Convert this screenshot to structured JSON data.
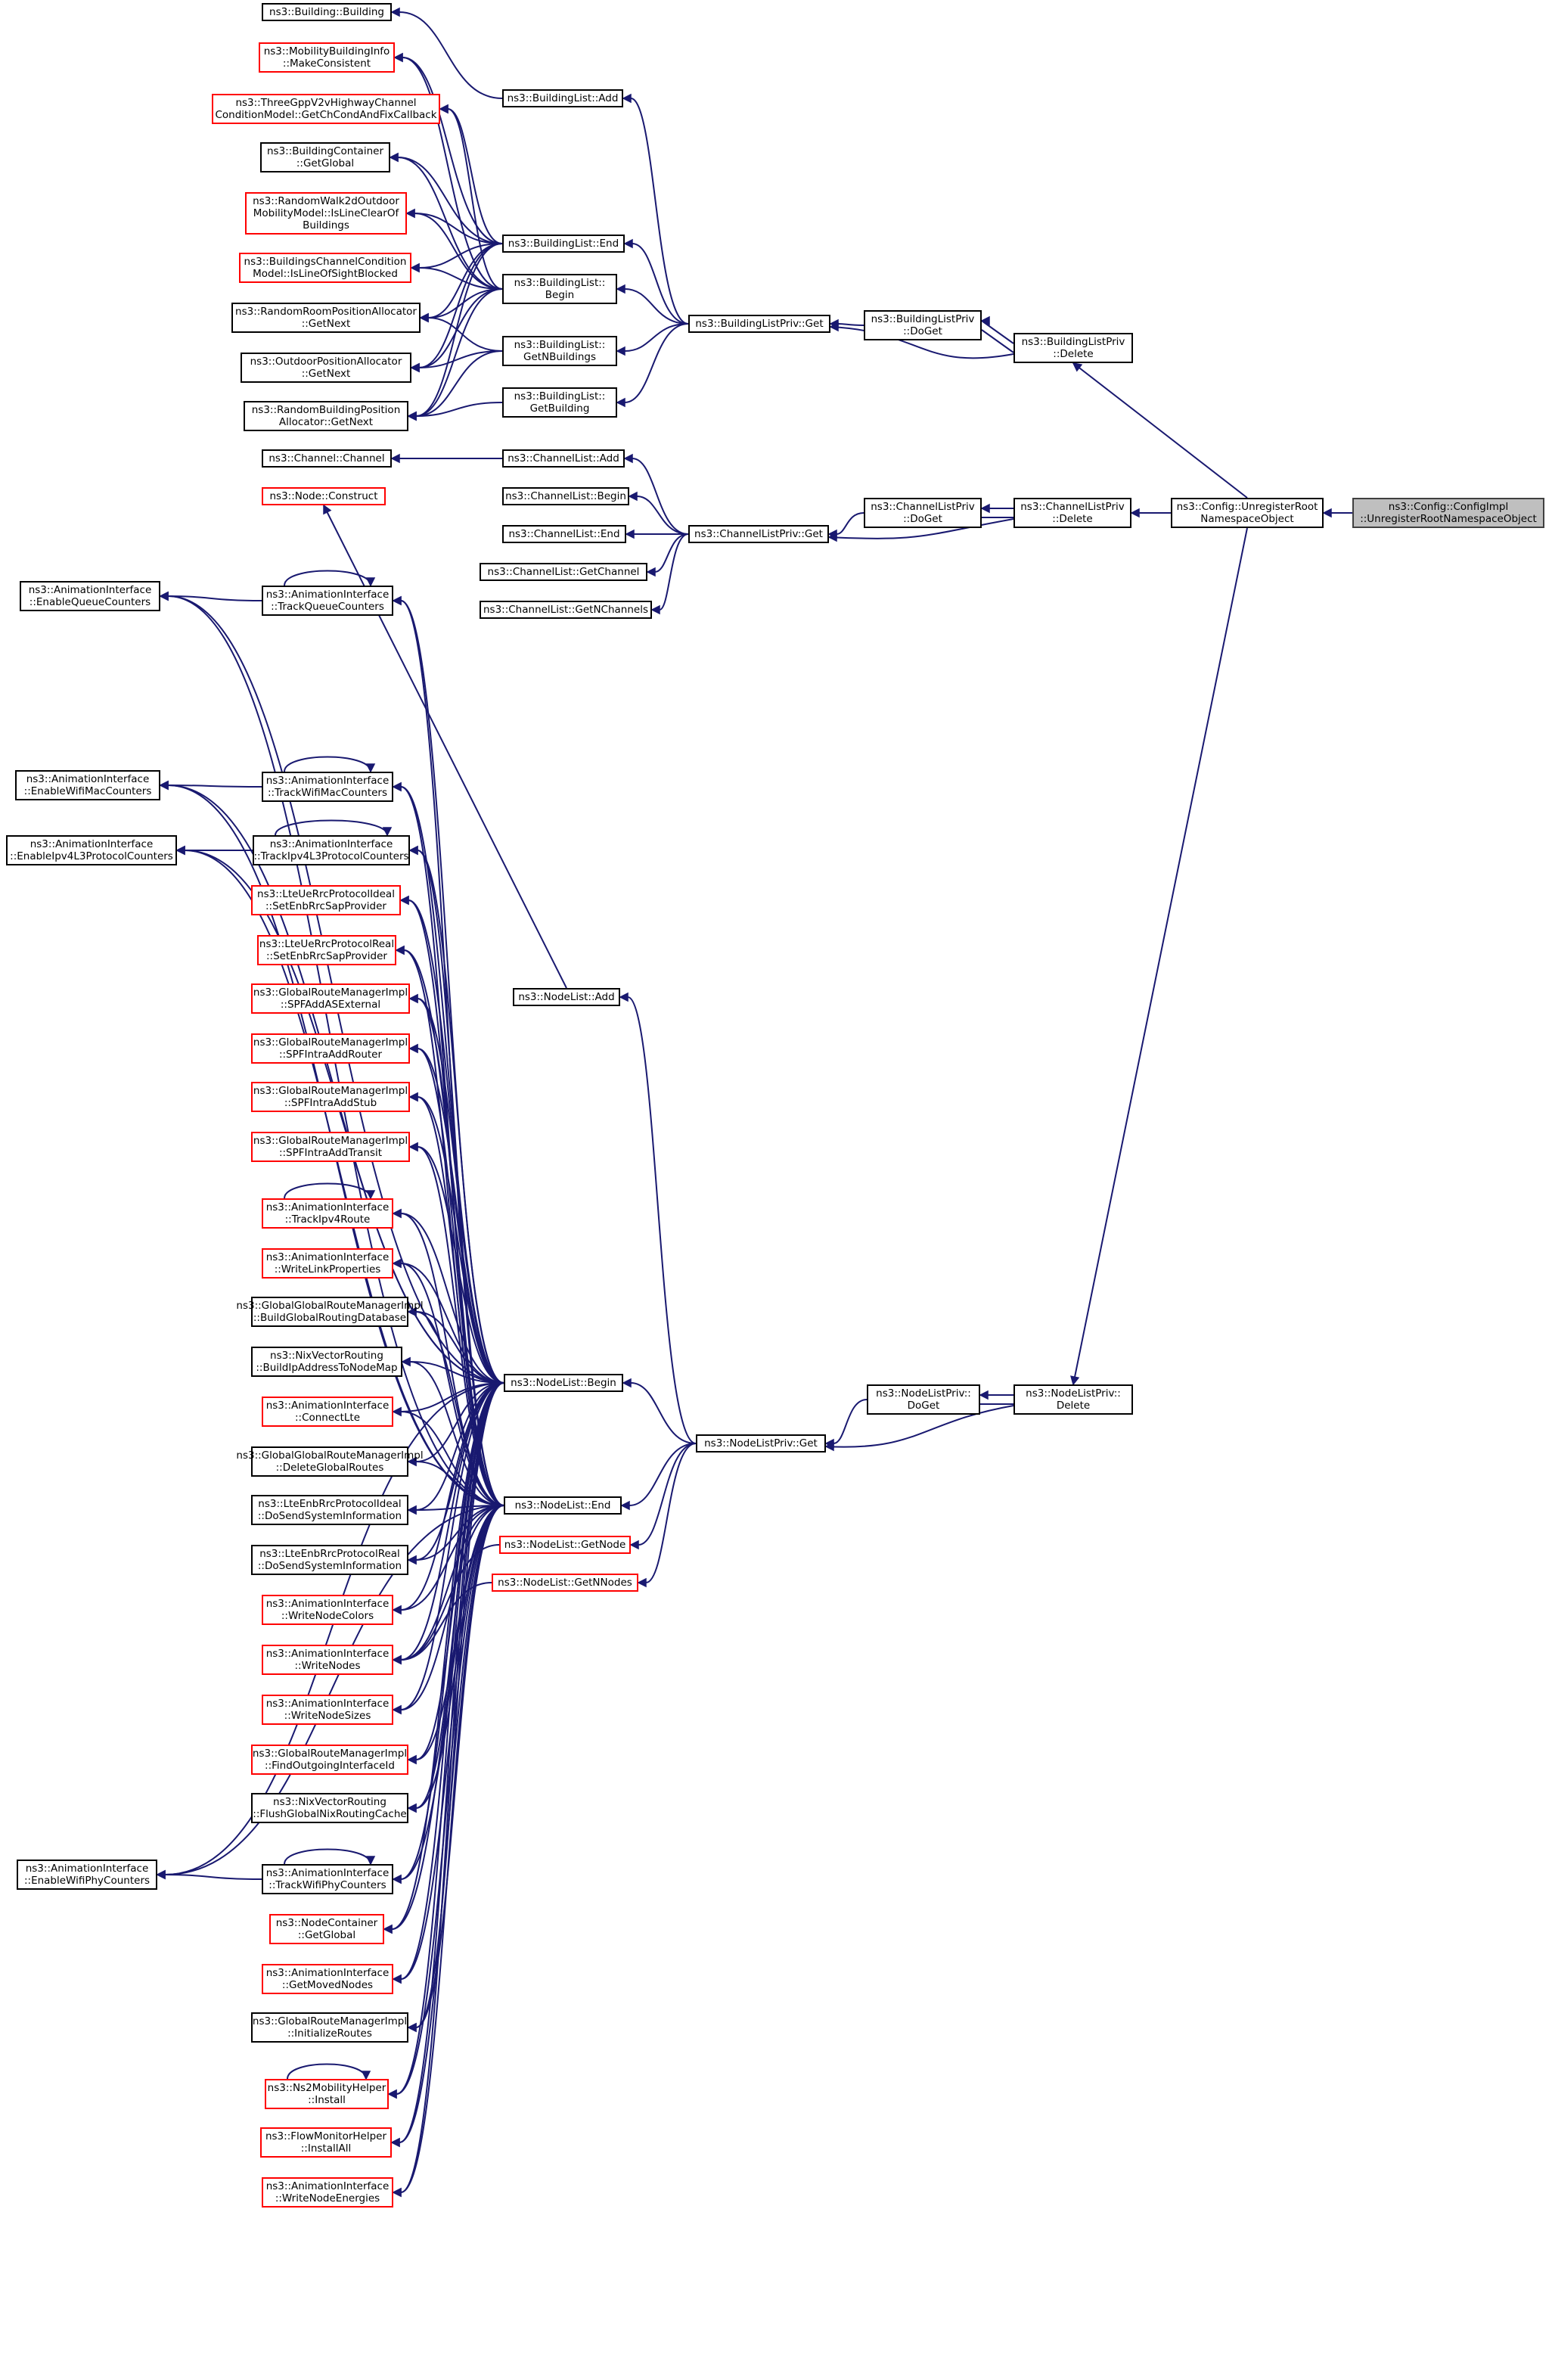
{
  "colors": {
    "edge": "#191970",
    "border_default": "#000000",
    "border_truncated": "#ff0000",
    "root_fill": "#bfbfbf"
  },
  "nodes": [
    {
      "id": "root",
      "lines": [
        "ns3::Config::ConfigImpl",
        "::UnregisterRootNamespaceObject"
      ],
      "style": "root"
    },
    {
      "id": "unreg",
      "lines": [
        "ns3::Config::UnregisterRoot",
        "NamespaceObject"
      ],
      "style": "normal"
    },
    {
      "id": "blpdel",
      "lines": [
        "ns3::BuildingListPriv",
        "::Delete"
      ],
      "style": "normal"
    },
    {
      "id": "clpdel",
      "lines": [
        "ns3::ChannelListPriv",
        "::Delete"
      ],
      "style": "normal"
    },
    {
      "id": "nlpdel",
      "lines": [
        "ns3::NodeListPriv::",
        "Delete"
      ],
      "style": "normal"
    },
    {
      "id": "blpdoget",
      "lines": [
        "ns3::BuildingListPriv",
        "::DoGet"
      ],
      "style": "normal"
    },
    {
      "id": "clpdoget",
      "lines": [
        "ns3::ChannelListPriv",
        "::DoGet"
      ],
      "style": "normal"
    },
    {
      "id": "nlpdoget",
      "lines": [
        "ns3::NodeListPriv::",
        "DoGet"
      ],
      "style": "normal"
    },
    {
      "id": "blpget",
      "lines": [
        "ns3::BuildingListPriv::Get"
      ],
      "style": "normal"
    },
    {
      "id": "clpget",
      "lines": [
        "ns3::ChannelListPriv::Get"
      ],
      "style": "normal"
    },
    {
      "id": "nlpget",
      "lines": [
        "ns3::NodeListPriv::Get"
      ],
      "style": "normal"
    },
    {
      "id": "bladd",
      "lines": [
        "ns3::BuildingList::Add"
      ],
      "style": "normal"
    },
    {
      "id": "blend",
      "lines": [
        "ns3::BuildingList::End"
      ],
      "style": "normal"
    },
    {
      "id": "blbegin",
      "lines": [
        "ns3::BuildingList::",
        "Begin"
      ],
      "style": "normal"
    },
    {
      "id": "blgetn",
      "lines": [
        "ns3::BuildingList::",
        "GetNBuildings"
      ],
      "style": "normal"
    },
    {
      "id": "blgetb",
      "lines": [
        "ns3::BuildingList::",
        "GetBuilding"
      ],
      "style": "normal"
    },
    {
      "id": "claddn",
      "lines": [
        "ns3::ChannelList::Add"
      ],
      "style": "normal"
    },
    {
      "id": "clbegin",
      "lines": [
        "ns3::ChannelList::Begin"
      ],
      "style": "normal"
    },
    {
      "id": "clend",
      "lines": [
        "ns3::ChannelList::End"
      ],
      "style": "normal"
    },
    {
      "id": "clgetc",
      "lines": [
        "ns3::ChannelList::GetChannel"
      ],
      "style": "normal"
    },
    {
      "id": "clgetn",
      "lines": [
        "ns3::ChannelList::GetNChannels"
      ],
      "style": "normal"
    },
    {
      "id": "nladd",
      "lines": [
        "ns3::NodeList::Add"
      ],
      "style": "normal"
    },
    {
      "id": "nlbegin",
      "lines": [
        "ns3::NodeList::Begin"
      ],
      "style": "normal"
    },
    {
      "id": "nlend",
      "lines": [
        "ns3::NodeList::End"
      ],
      "style": "normal"
    },
    {
      "id": "nlgetnode",
      "lines": [
        "ns3::NodeList::GetNode"
      ],
      "style": "red"
    },
    {
      "id": "nlgetn",
      "lines": [
        "ns3::NodeList::GetNNodes"
      ],
      "style": "red"
    },
    {
      "id": "bbld",
      "lines": [
        "ns3::Building::Building"
      ],
      "style": "normal"
    },
    {
      "id": "mbi",
      "lines": [
        "ns3::MobilityBuildingInfo",
        "::MakeConsistent"
      ],
      "style": "red"
    },
    {
      "id": "tgpp",
      "lines": [
        "ns3::ThreeGppV2vHighwayChannel",
        "ConditionModel::GetChCondAndFixCallback"
      ],
      "style": "red"
    },
    {
      "id": "bcont",
      "lines": [
        "ns3::BuildingContainer",
        "::GetGlobal"
      ],
      "style": "normal"
    },
    {
      "id": "rw2d",
      "lines": [
        "ns3::RandomWalk2dOutdoor",
        "MobilityModel::IsLineClearOf",
        "Buildings"
      ],
      "style": "red"
    },
    {
      "id": "bccm",
      "lines": [
        "ns3::BuildingsChannelCondition",
        "Model::IsLineOfSightBlocked"
      ],
      "style": "red"
    },
    {
      "id": "rrpa",
      "lines": [
        "ns3::RandomRoomPositionAllocator",
        "::GetNext"
      ],
      "style": "normal"
    },
    {
      "id": "opa",
      "lines": [
        "ns3::OutdoorPositionAllocator",
        "::GetNext"
      ],
      "style": "normal"
    },
    {
      "id": "rbpa",
      "lines": [
        "ns3::RandomBuildingPosition",
        "Allocator::GetNext"
      ],
      "style": "normal"
    },
    {
      "id": "chch",
      "lines": [
        "ns3::Channel::Channel"
      ],
      "style": "normal"
    },
    {
      "id": "ndc",
      "lines": [
        "ns3::Node::Construct"
      ],
      "style": "red"
    },
    {
      "id": "aieqc",
      "lines": [
        "ns3::AnimationInterface",
        "::EnableQueueCounters"
      ],
      "style": "normal"
    },
    {
      "id": "aitqc",
      "lines": [
        "ns3::AnimationInterface",
        "::TrackQueueCounters"
      ],
      "style": "normal"
    },
    {
      "id": "aiewmc",
      "lines": [
        "ns3::AnimationInterface",
        "::EnableWifiMacCounters"
      ],
      "style": "normal"
    },
    {
      "id": "aitwmc",
      "lines": [
        "ns3::AnimationInterface",
        "::TrackWifiMacCounters"
      ],
      "style": "normal"
    },
    {
      "id": "aieipv4",
      "lines": [
        "ns3::AnimationInterface",
        "::EnableIpv4L3ProtocolCounters"
      ],
      "style": "normal"
    },
    {
      "id": "aitipv4",
      "lines": [
        "ns3::AnimationInterface",
        "::TrackIpv4L3ProtocolCounters"
      ],
      "style": "normal"
    },
    {
      "id": "lteideal",
      "lines": [
        "ns3::LteUeRrcProtocolIdeal",
        "::SetEnbRrcSapProvider"
      ],
      "style": "red"
    },
    {
      "id": "ltereal",
      "lines": [
        "ns3::LteUeRrcProtocolReal",
        "::SetEnbRrcSapProvider"
      ],
      "style": "red"
    },
    {
      "id": "grmext",
      "lines": [
        "ns3::GlobalRouteManagerImpl",
        "::SPFAddASExternal"
      ],
      "style": "red"
    },
    {
      "id": "grmrouter",
      "lines": [
        "ns3::GlobalRouteManagerImpl",
        "::SPFIntraAddRouter"
      ],
      "style": "red"
    },
    {
      "id": "grmstub",
      "lines": [
        "ns3::GlobalRouteManagerImpl",
        "::SPFIntraAddStub"
      ],
      "style": "red"
    },
    {
      "id": "grmtransit",
      "lines": [
        "ns3::GlobalRouteManagerImpl",
        "::SPFIntraAddTransit"
      ],
      "style": "red"
    },
    {
      "id": "aitipv4r",
      "lines": [
        "ns3::AnimationInterface",
        "::TrackIpv4Route"
      ],
      "style": "red"
    },
    {
      "id": "aiwlp",
      "lines": [
        "ns3::AnimationInterface",
        "::WriteLinkProperties"
      ],
      "style": "red"
    },
    {
      "id": "ggrmbuild",
      "lines": [
        "ns3::GlobalGlobalRouteManagerImpl",
        "::BuildGlobalRoutingDatabase"
      ],
      "style": "normal"
    },
    {
      "id": "nixbuild",
      "lines": [
        "ns3::NixVectorRouting",
        "::BuildIpAddressToNodeMap"
      ],
      "style": "normal"
    },
    {
      "id": "aiclte",
      "lines": [
        "ns3::AnimationInterface",
        "::ConnectLte"
      ],
      "style": "red"
    },
    {
      "id": "ggrmdel",
      "lines": [
        "ns3::GlobalGlobalRouteManagerImpl",
        "::DeleteGlobalRoutes"
      ],
      "style": "normal"
    },
    {
      "id": "enbideal",
      "lines": [
        "ns3::LteEnbRrcProtocolIdeal",
        "::DoSendSystemInformation"
      ],
      "style": "normal"
    },
    {
      "id": "enbreal",
      "lines": [
        "ns3::LteEnbRrcProtocolReal",
        "::DoSendSystemInformation"
      ],
      "style": "normal"
    },
    {
      "id": "aiwnc",
      "lines": [
        "ns3::AnimationInterface",
        "::WriteNodeColors"
      ],
      "style": "red"
    },
    {
      "id": "aiwn",
      "lines": [
        "ns3::AnimationInterface",
        "::WriteNodes"
      ],
      "style": "red"
    },
    {
      "id": "aiwns",
      "lines": [
        "ns3::AnimationInterface",
        "::WriteNodeSizes"
      ],
      "style": "red"
    },
    {
      "id": "grmfoi",
      "lines": [
        "ns3::GlobalRouteManagerImpl",
        "::FindOutgoingInterfaceId"
      ],
      "style": "red"
    },
    {
      "id": "nixflush",
      "lines": [
        "ns3::NixVectorRouting",
        "::FlushGlobalNixRoutingCache"
      ],
      "style": "normal"
    },
    {
      "id": "aiewpc",
      "lines": [
        "ns3::AnimationInterface",
        "::EnableWifiPhyCounters"
      ],
      "style": "normal"
    },
    {
      "id": "aitwpc",
      "lines": [
        "ns3::AnimationInterface",
        "::TrackWifiPhyCounters"
      ],
      "style": "normal"
    },
    {
      "id": "ncgg",
      "lines": [
        "ns3::NodeContainer",
        "::GetGlobal"
      ],
      "style": "red"
    },
    {
      "id": "aigmn",
      "lines": [
        "ns3::AnimationInterface",
        "::GetMovedNodes"
      ],
      "style": "red"
    },
    {
      "id": "grminit",
      "lines": [
        "ns3::GlobalRouteManagerImpl",
        "::InitializeRoutes"
      ],
      "style": "normal"
    },
    {
      "id": "ns2",
      "lines": [
        "ns3::Ns2MobilityHelper",
        "::Install"
      ],
      "style": "red"
    },
    {
      "id": "fmh",
      "lines": [
        "ns3::FlowMonitorHelper",
        "::InstallAll"
      ],
      "style": "red"
    },
    {
      "id": "aiwne",
      "lines": [
        "ns3::AnimationInterface",
        "::WriteNodeEnergies"
      ],
      "style": "red"
    }
  ]
}
